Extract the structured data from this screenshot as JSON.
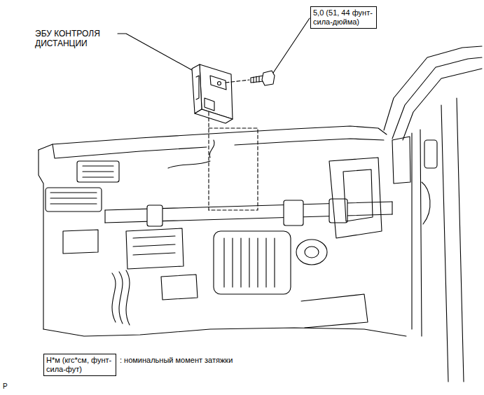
{
  "diagram": {
    "nodes": [
      {
        "text": [
          "5,0 (51, 44 фунт-сила-дюйма)"
        ]
      },
      {
        "text": [
          "Н*м (кгс*см, фунт-сила-фут)"
        ]
      }
    ],
    "labels": [
      "ЭБУ КОНТРОЛЯ ДИСТАНЦИИ",
      ": номинальный момент затяжки",
      "P"
    ]
  }
}
